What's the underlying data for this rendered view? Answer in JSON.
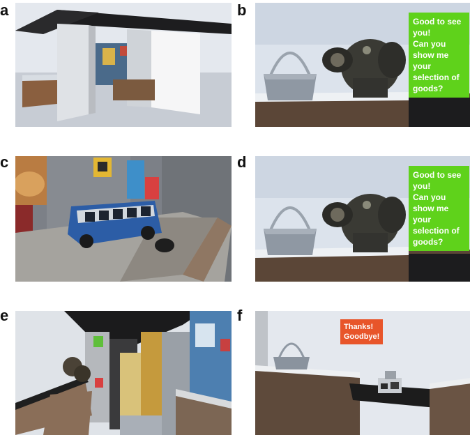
{
  "panels": {
    "a": {
      "label": "a"
    },
    "b": {
      "label": "b",
      "speech": "Good to see you!\nCan you show me your selection of goods?"
    },
    "c": {
      "label": "c"
    },
    "d": {
      "label": "d",
      "speech": "Good to see you!\nCan you show me your selection of goods?"
    },
    "e": {
      "label": "e"
    },
    "f": {
      "label": "f",
      "speech": "Thanks!\nGoodbye!"
    }
  },
  "colors": {
    "speech_green": "#5fd21b",
    "speech_red": "#e8552a"
  },
  "icons": [
    "basket-icon",
    "robot-customer-icon",
    "toy-bus-icon",
    "cash-register-icon"
  ]
}
